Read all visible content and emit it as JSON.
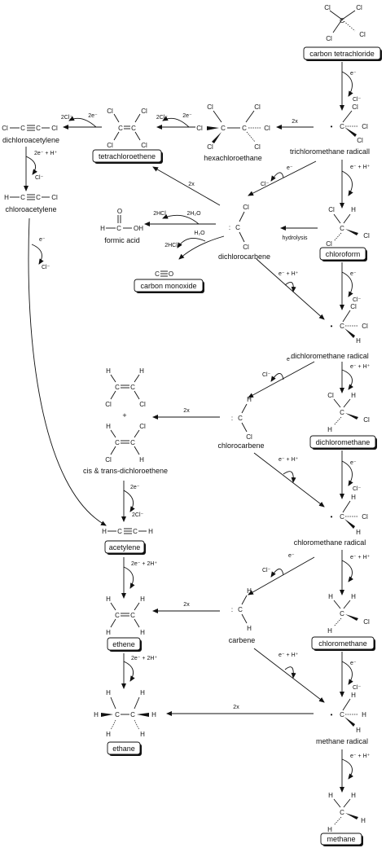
{
  "compounds": {
    "ccl4": "carbon tetrachloride",
    "trichloromethane_radical": "trichloromethane radicall",
    "hexachloroethane": "hexachloroethane",
    "tetrachloroethene": "tetrachloroethene",
    "dichloroacetylene": "dichloroacetylene",
    "chloroacetylene": "chloroacetylene",
    "formic_acid": "formic acid",
    "carbon_monoxide": "carbon monoxide",
    "dichlorocarbene": "dichlorocarbene",
    "chloroform": "chloroform",
    "dichloromethane_radical": "dichloromethane radical",
    "dichloroethene": "cis & trans-dichloroethene",
    "chlorocarbene": "chlorocarbene",
    "dichloromethane": "dichloromethane",
    "chloromethane_radical": "chloromethane radical",
    "acetylene": "acetylene",
    "carbene": "carbene",
    "chloromethane": "chloromethane",
    "ethene": "ethene",
    "methane_radical": "methane radical",
    "ethane": "ethane",
    "methane": "methane"
  },
  "reagents": {
    "e": "e⁻",
    "cl": "Cl⁻",
    "e_h": "e⁻ + H⁺",
    "two_e": "2e⁻",
    "two_cl": "2Cl⁻",
    "two_e_h": "2e⁻ + H⁺",
    "two_e_2h": "2e⁻ + 2H⁺",
    "two_hcl": "2HCl",
    "two_h2o": "2H₂O",
    "h2o": "H₂O",
    "two_x": "2x",
    "hydrolysis": "hydrolysis",
    "plus": "+"
  },
  "atoms": {
    "C": "C",
    "Cl": "Cl",
    "H": "H",
    "O": "O",
    "OH": "OH",
    "dot": "•",
    "colon": ":"
  },
  "colors": {
    "ink": "#111111",
    "background": "#ffffff",
    "label_box_fill": "#ffffff"
  }
}
